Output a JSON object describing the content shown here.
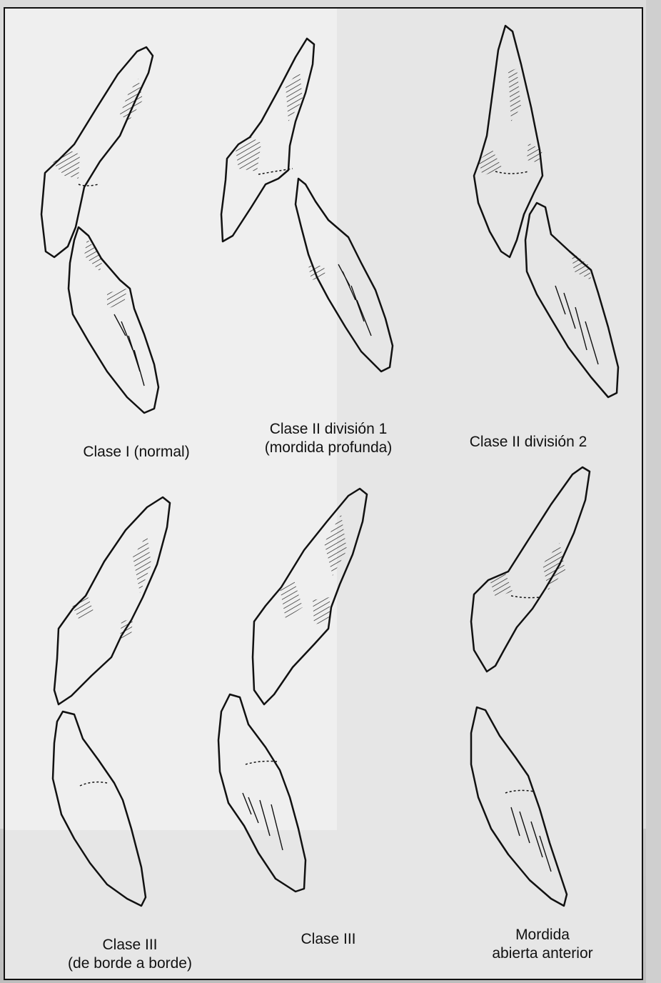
{
  "figure": {
    "panels": [
      {
        "id": "clase-i",
        "caption": "Clase I (normal)"
      },
      {
        "id": "clase-ii-div1",
        "caption": "Clase II división 1\n(mordida profunda)"
      },
      {
        "id": "clase-ii-div2",
        "caption": "Clase II división 2"
      },
      {
        "id": "clase-iii-borde",
        "caption": "Clase III\n(de borde a borde)"
      },
      {
        "id": "clase-iii",
        "caption": "Clase III"
      },
      {
        "id": "mordida-abierta",
        "caption": "Mordida\nabierta anterior"
      }
    ]
  },
  "colors": {
    "ink": "#111111",
    "paper": "#e6e6e6",
    "background": "#3a3a3a"
  }
}
